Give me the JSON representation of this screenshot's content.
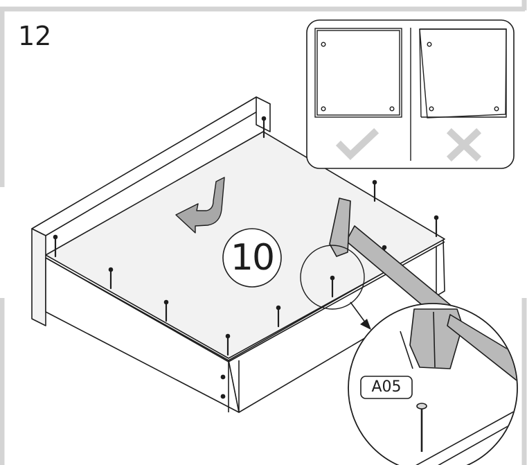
{
  "step": {
    "number": "12"
  },
  "nail_callout": {
    "count": "10"
  },
  "detail_callout": {
    "part_code": "A05"
  },
  "inset": {
    "correct_symbol": "check-icon",
    "incorrect_symbol": "cross-icon"
  },
  "colors": {
    "outline": "#1d1d1d",
    "frame_gray": "#d4d4d4",
    "board_fill": "#f2f2f2",
    "hammer_fill": "#b9b9b9",
    "arrow_fill": "#a8a8a8",
    "symbol_gray": "#cfcfcf"
  }
}
